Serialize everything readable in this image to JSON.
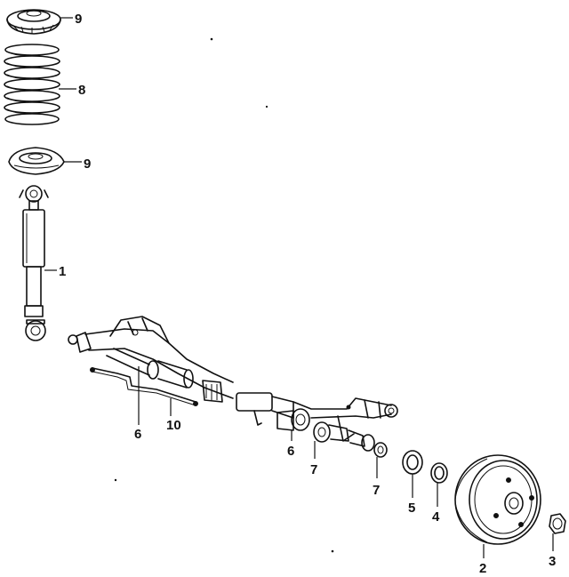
{
  "callouts": {
    "c9_top": "9",
    "c8": "8",
    "c9_mid": "9",
    "c1": "1",
    "c6_left": "6",
    "c10": "10",
    "c6_right": "6",
    "c7_left": "7",
    "c7_right": "7",
    "c5": "5",
    "c4": "4",
    "c2": "2",
    "c3": "3"
  }
}
